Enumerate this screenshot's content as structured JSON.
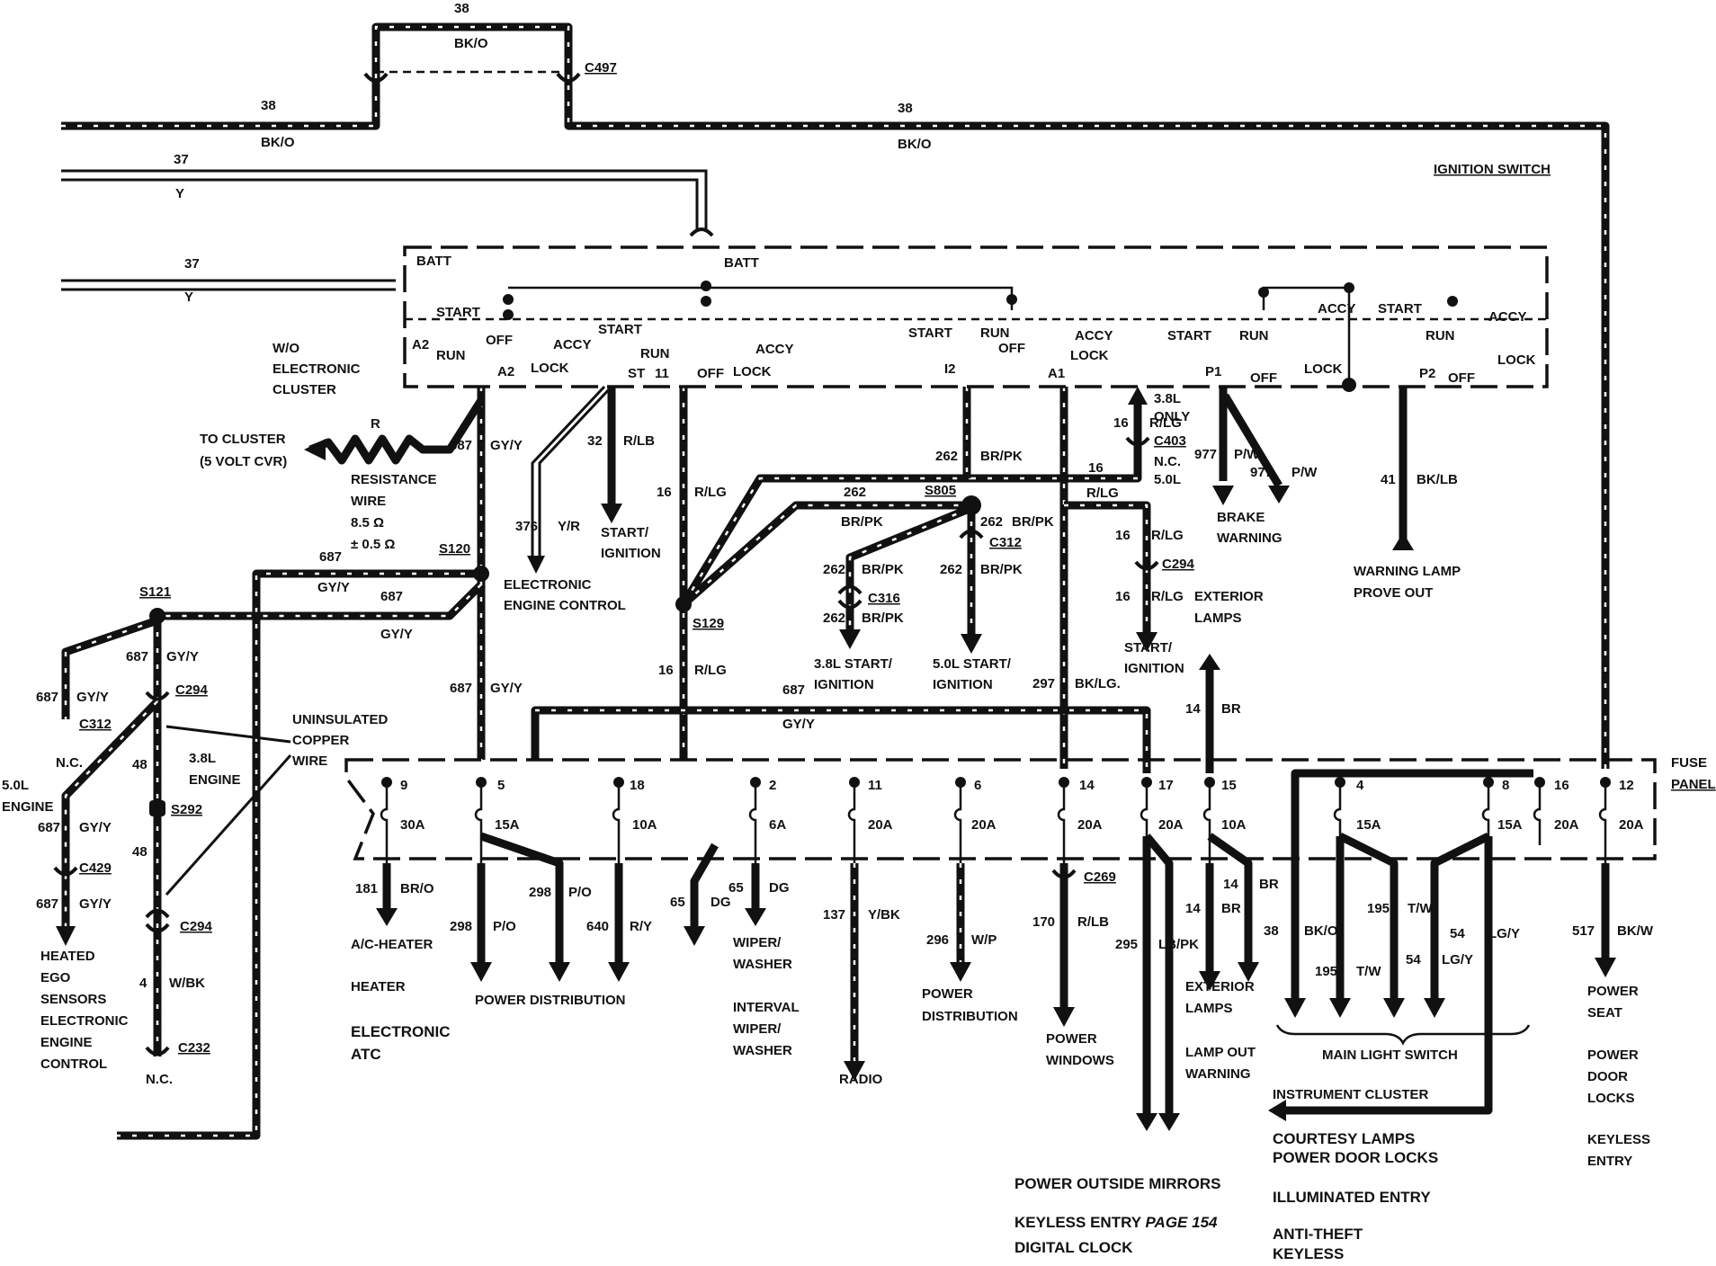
{
  "labels": {
    "w38_top": "38",
    "w38_top_color": "BK/O",
    "c497": "C497",
    "w38_left": "38",
    "w38_left_color": "BK/O",
    "w38_right": "38",
    "w38_right_color": "BK/O",
    "w37_a": "37",
    "w37_a_color": "Y",
    "w37_b": "37",
    "w37_b_color": "Y",
    "ignition_switch": "IGNITION SWITCH",
    "batt1": "BATT",
    "batt2": "BATT",
    "start1": "START",
    "off1": "OFF",
    "accy1": "ACCY",
    "run1": "RUN",
    "lock1": "LOCK",
    "a2a": "A2",
    "a2b": "A2",
    "start2": "START",
    "run2": "RUN",
    "accy2": "ACCY",
    "st": "ST",
    "n11": "11",
    "off2": "OFF",
    "lock2": "LOCK",
    "start3": "START",
    "run3": "RUN",
    "off3": "OFF",
    "accy3": "ACCY",
    "lock3": "LOCK",
    "i2": "I2",
    "a1": "A1",
    "start4": "START",
    "run4": "RUN",
    "accy4": "ACCY",
    "p1": "P1",
    "off4": "OFF",
    "lock4": "LOCK",
    "start5": "START",
    "run5": "RUN",
    "accy5": "ACCY",
    "p2": "P2",
    "off5": "OFF",
    "lock5": "LOCK",
    "wo_electronic": "W/O",
    "wo_electronic2": "ELECTRONIC",
    "wo_electronic3": "CLUSTER",
    "to_cluster": "TO CLUSTER",
    "to_cluster2": "(5 VOLT CVR)",
    "r": "R",
    "resistance": "RESISTANCE",
    "resistance2": "WIRE",
    "resistance3": "8.5 Ω",
    "resistance4": "± 0.5 Ω",
    "w687_a": "687",
    "w687_a_color": "GY/Y",
    "s120": "S120",
    "w687_b": "687",
    "w687_b_color": "GY/Y",
    "w687_c": "687",
    "w687_c_color": "GY/Y",
    "s121": "S121",
    "w687_d": "687",
    "w687_d_color": "GY/Y",
    "w687_e": "687",
    "w687_e_color": "GY/Y",
    "c294a": "C294",
    "c312a": "C312",
    "nc1": "N.C.",
    "w48_a": "48",
    "eng38": "3.8L",
    "eng38b": "ENGINE",
    "s292": "S292",
    "w48_b": "48",
    "eng50": "5.0L",
    "eng50b": "ENGINE",
    "w687_f": "687",
    "w687_f_color": "GY/Y",
    "c429": "C429",
    "w687_g": "687",
    "w687_g_color": "GY/Y",
    "c294b": "C294",
    "w4": "4",
    "w4_color": "W/BK",
    "c232": "C232",
    "nc2": "N.C.",
    "heated1": "HEATED",
    "heated2": "EGO",
    "heated3": "SENSORS",
    "heated4": "ELECTRONIC",
    "heated5": "ENGINE",
    "heated6": "CONTROL",
    "uninsulated1": "UNINSULATED",
    "uninsulated2": "COPPER",
    "uninsulated3": "WIRE",
    "w687_h": "687",
    "w687_h_color": "GY/Y",
    "w376": "376",
    "w376_color": "Y/R",
    "w32": "32",
    "w32_color": "R/LB",
    "start_ign1": "START/",
    "start_ign1b": "IGNITION",
    "eec1": "ELECTRONIC",
    "eec2": "ENGINE CONTROL",
    "w16_a": "16",
    "w16_a_color": "R/LG",
    "s129": "S129",
    "w16_b": "16",
    "w16_b_color": "R/LG",
    "w262_a": "262",
    "w262_a_color": "BR/PK",
    "w262_b": "262",
    "w262_b_color": "BR/PK",
    "s805": "S805",
    "w262_c": "262",
    "w262_c_color": "BR/PK",
    "c312b": "C312",
    "w262_d": "262",
    "w262_d_color": "BR/PK",
    "c316": "C316",
    "w262_e": "262",
    "w262_e_color": "BR/PK",
    "w262_f": "262",
    "w262_f_color": "BR/PK",
    "si38a": "3.8L START/",
    "si38b": "IGNITION",
    "si50a": "5.0L START/",
    "si50b": "IGNITION",
    "w687_i": "687",
    "w687_i_color": "GY/Y",
    "w297": "297",
    "w297_color": "BK/LG.",
    "only38a": "3.8L",
    "only38b": "ONLY",
    "w16_c": "16",
    "w16_c_color": "R/LG",
    "c403": "C403",
    "nc50a": "N.C.",
    "nc50b": "5.0L",
    "w16_d": "16",
    "w16_d_color": "R/LG",
    "w16_e": "16",
    "w16_e_color": "R/LG",
    "c294c": "C294",
    "w16_f": "16",
    "w16_f_color": "R/LG",
    "ext1": "EXTERIOR",
    "ext2": "LAMPS",
    "si2a": "START/",
    "si2b": "IGNITION",
    "w977_a": "977",
    "w977_a_color": "P/W",
    "w977_b": "977",
    "w977_b_color": "P/W",
    "brake1": "BRAKE",
    "brake2": "WARNING",
    "w41": "41",
    "w41_color": "BK/LB",
    "wl1": "WARNING LAMP",
    "wl2": "PROVE OUT",
    "w14_br": "14",
    "w14_br_color": "BR",
    "fuse_panel1": "FUSE",
    "fuse_panel2": "PANEL",
    "f9": "9",
    "f9a": "30A",
    "f5": "5",
    "f5a": "15A",
    "f18": "18",
    "f18a": "10A",
    "f2": "2",
    "f2a": "6A",
    "f11": "11",
    "f11a": "20A",
    "f6": "6",
    "f6a": "20A",
    "f14": "14",
    "f14a": "20A",
    "f17": "17",
    "f17a": "20A",
    "f15": "15",
    "f15a": "10A",
    "f4": "4",
    "f4a": "15A",
    "f8": "8",
    "f8a": "15A",
    "f16": "16",
    "f16a": "20A",
    "f12": "12",
    "f12a": "20A",
    "w181": "181",
    "w181_color": "BR/O",
    "w298_a": "298",
    "w298_a_color": "P/O",
    "w298_b": "298",
    "w298_b_color": "P/O",
    "w640": "640",
    "w640_color": "R/Y",
    "w65_a": "65",
    "w65_a_color": "DG",
    "w65_b": "65",
    "w65_b_color": "DG",
    "w137": "137",
    "w137_color": "Y/BK",
    "w296": "296",
    "w296_color": "W/P",
    "c269": "C269",
    "w170": "170",
    "w170_color": "R/LB",
    "w295": "295",
    "w295_color": "LB/PK",
    "w14_a": "14",
    "w14_a_color": "BR",
    "w14_b": "14",
    "w14_b_color": "BR",
    "w38_b": "38",
    "w38_b_color": "BK/O",
    "w195_a": "195",
    "w195_a_color": "T/W",
    "w195_b": "195",
    "w195_b_color": "T/W",
    "w54_a": "54",
    "w54_a_color": "LG/Y",
    "w54_b": "54",
    "w54_b_color": "LG/Y",
    "w517": "517",
    "w517_color": "BK/W",
    "ac_heater": "A/C-HEATER",
    "heater": "HEATER",
    "electronic_atc1": "ELECTRONIC",
    "electronic_atc2": "ATC",
    "power_dist1": "POWER DISTRIBUTION",
    "wiper1": "WIPER/",
    "wiper2": "WASHER",
    "interval1": "INTERVAL",
    "interval2": "WIPER/",
    "interval3": "WASHER",
    "radio": "RADIO",
    "power_dist2a": "POWER",
    "power_dist2b": "DISTRIBUTION",
    "pw1": "POWER",
    "pw2": "WINDOWS",
    "ext3": "EXTERIOR",
    "ext4": "LAMPS",
    "lamp_out1": "LAMP OUT",
    "lamp_out2": "WARNING",
    "main_light": "MAIN LIGHT SWITCH",
    "instrument": "INSTRUMENT CLUSTER",
    "power_seat1": "POWER",
    "power_seat2": "SEAT",
    "pdl1": "POWER",
    "pdl2": "DOOR",
    "pdl3": "LOCKS",
    "ke1": "KEYLESS",
    "ke2": "ENTRY",
    "courtesy": "COURTESY LAMPS",
    "pdl_b": "POWER DOOR LOCKS",
    "illum": "ILLUMINATED ENTRY",
    "antitheft": "ANTI-THEFT",
    "keyless_b": "KEYLESS",
    "pom": "POWER OUTSIDE MIRRORS",
    "keyless_page": "KEYLESS ENTRY ",
    "keyless_page2": "PAGE 154",
    "digital_clock": "DIGITAL CLOCK"
  }
}
